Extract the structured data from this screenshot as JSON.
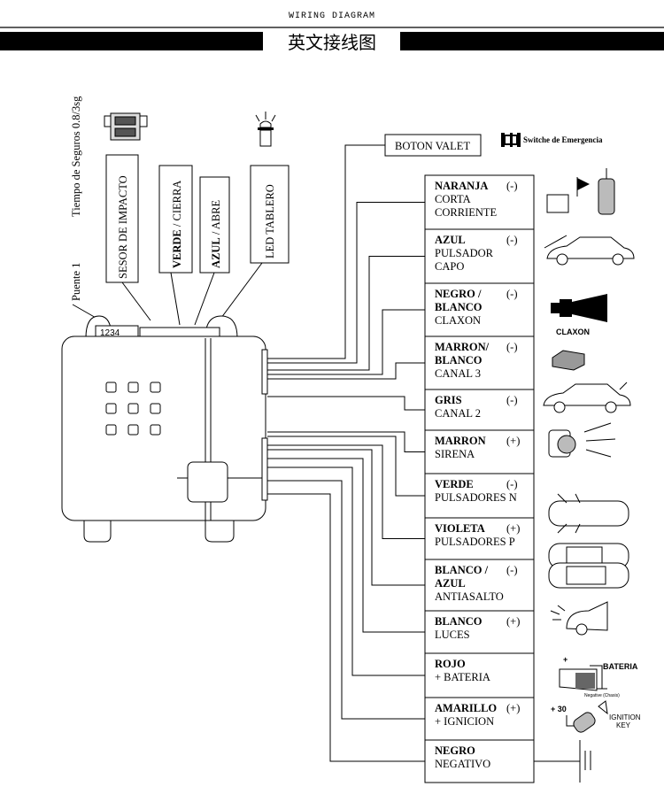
{
  "header": {
    "title": "WIRING DIAGRAM",
    "subtitle": "英文接线图"
  },
  "top_labels": {
    "timing": "Tiempo de Seguros 0.8/3sg",
    "bridge": "Puente 1",
    "connector_numbers": "1234",
    "boxes": [
      {
        "bold": "",
        "text": "SESOR  DE IMPACTO"
      },
      {
        "bold": "VERDE",
        "text": " / CIERRA"
      },
      {
        "bold": "AZUL",
        "text": " / ABRE"
      },
      {
        "bold": "",
        "text": "LED TABLERO"
      }
    ]
  },
  "valet": {
    "label": "BOTON VALET",
    "switch_label": "Switche de Emergencia"
  },
  "wires": [
    {
      "color": "NARANJA",
      "polarity": "(-)",
      "function": "CORTA",
      "function2": "CORRIENTE",
      "icon": "relay-coil-icon"
    },
    {
      "color": "AZUL",
      "polarity": "(-)",
      "function": "PULSADOR",
      "function2": "CAPO",
      "icon": "car-hood-icon"
    },
    {
      "color": "NEGRO /",
      "color2": "BLANCO",
      "polarity": "(-)",
      "function": "CLAXON",
      "icon": "horn-icon"
    },
    {
      "color": "MARRON/",
      "color2": "BLANCO",
      "polarity": "(-)",
      "function": "CANAL 3",
      "icon": "module-icon"
    },
    {
      "color": "GRIS",
      "polarity": "(-)",
      "function": "CANAL 2",
      "icon": "car-trunk-icon"
    },
    {
      "color": "MARRON",
      "polarity": "(+)",
      "function": "SIRENA",
      "icon": "siren-icon"
    },
    {
      "color": "VERDE",
      "polarity": "(-)",
      "function": "PULSADORES N",
      "icon": "car-doors-icon"
    },
    {
      "color": "VIOLETA",
      "polarity": "(+)",
      "function": "PULSADORES P",
      "icon": "car-doors-icon"
    },
    {
      "color": "BLANCO /",
      "color2": "AZUL",
      "polarity": "(-)",
      "function": "ANTIASALTO",
      "icon": "car-icon"
    },
    {
      "color": "BLANCO",
      "polarity": "(+)",
      "function": "LUCES",
      "icon": "car-lights-icon"
    },
    {
      "color": "ROJO",
      "polarity": "",
      "function": "+ BATERIA",
      "icon": "battery-icon"
    },
    {
      "color": "AMARILLO",
      "polarity": "(+)",
      "function": "+ IGNICION",
      "icon": "ignition-key-icon"
    },
    {
      "color": "NEGRO",
      "polarity": "",
      "function": "NEGATIVO",
      "icon": "ground-icon"
    }
  ],
  "icon_labels": {
    "claxon": "CLAXON",
    "bateria": "BATERIA",
    "negative": "Negative (Chasis)",
    "plus30": "+ 30",
    "ignition": "IGNITION",
    "key": "KEY",
    "plus": "+"
  }
}
